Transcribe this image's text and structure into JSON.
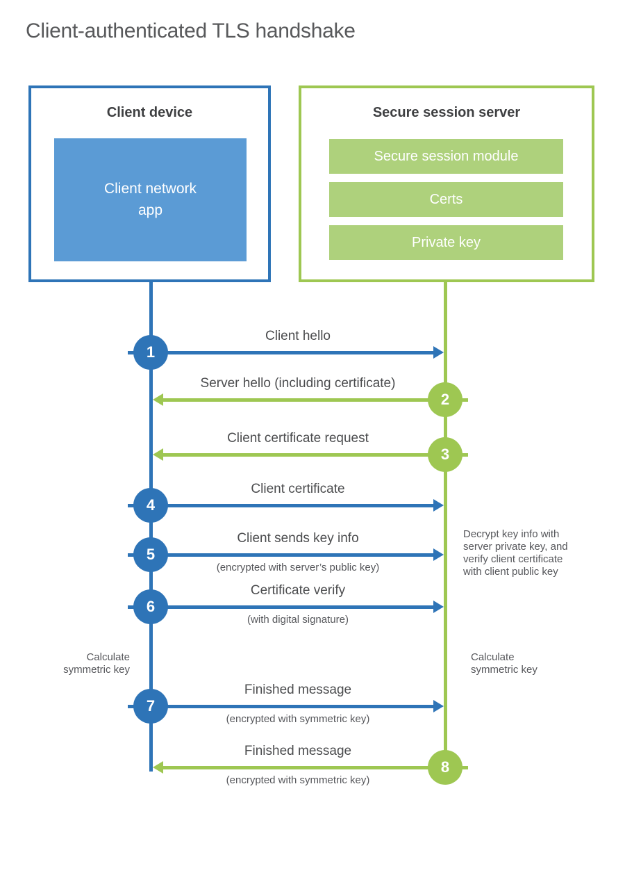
{
  "title": "Client-authenticated TLS handshake",
  "client_box": {
    "title": "Client device",
    "app_label": "Client network\napp"
  },
  "server_box": {
    "title": "Secure session server",
    "modules": [
      "Secure session module",
      "Certs",
      "Private key"
    ]
  },
  "messages": [
    {
      "num": "1",
      "label": "Client hello",
      "sublabel": "",
      "direction": "client-to-server"
    },
    {
      "num": "2",
      "label": "Server hello (including certificate)",
      "sublabel": "",
      "direction": "server-to-client"
    },
    {
      "num": "3",
      "label": "Client certificate request",
      "sublabel": "",
      "direction": "server-to-client"
    },
    {
      "num": "4",
      "label": "Client certificate",
      "sublabel": "",
      "direction": "client-to-server"
    },
    {
      "num": "5",
      "label": "Client sends key info",
      "sublabel": "(encrypted with server’s public key)",
      "direction": "client-to-server"
    },
    {
      "num": "6",
      "label": "Certificate verify",
      "sublabel": "(with digital signature)",
      "direction": "client-to-server"
    },
    {
      "num": "7",
      "label": "Finished message",
      "sublabel": "(encrypted with symmetric key)",
      "direction": "client-to-server"
    },
    {
      "num": "8",
      "label": "Finished message",
      "sublabel": "(encrypted with symmetric key)",
      "direction": "server-to-client"
    }
  ],
  "annotations": {
    "decrypt_note": "Decrypt key info with\nserver private key, and\nverify client certificate\nwith client public key",
    "calc_left": "Calculate\nsymmetric key",
    "calc_right": "Calculate\nsymmetric key"
  },
  "colors": {
    "client_blue": "#2E74B7",
    "client_fill": "#5B9BD5",
    "server_green": "#9EC752",
    "server_fill": "#AED17C"
  }
}
